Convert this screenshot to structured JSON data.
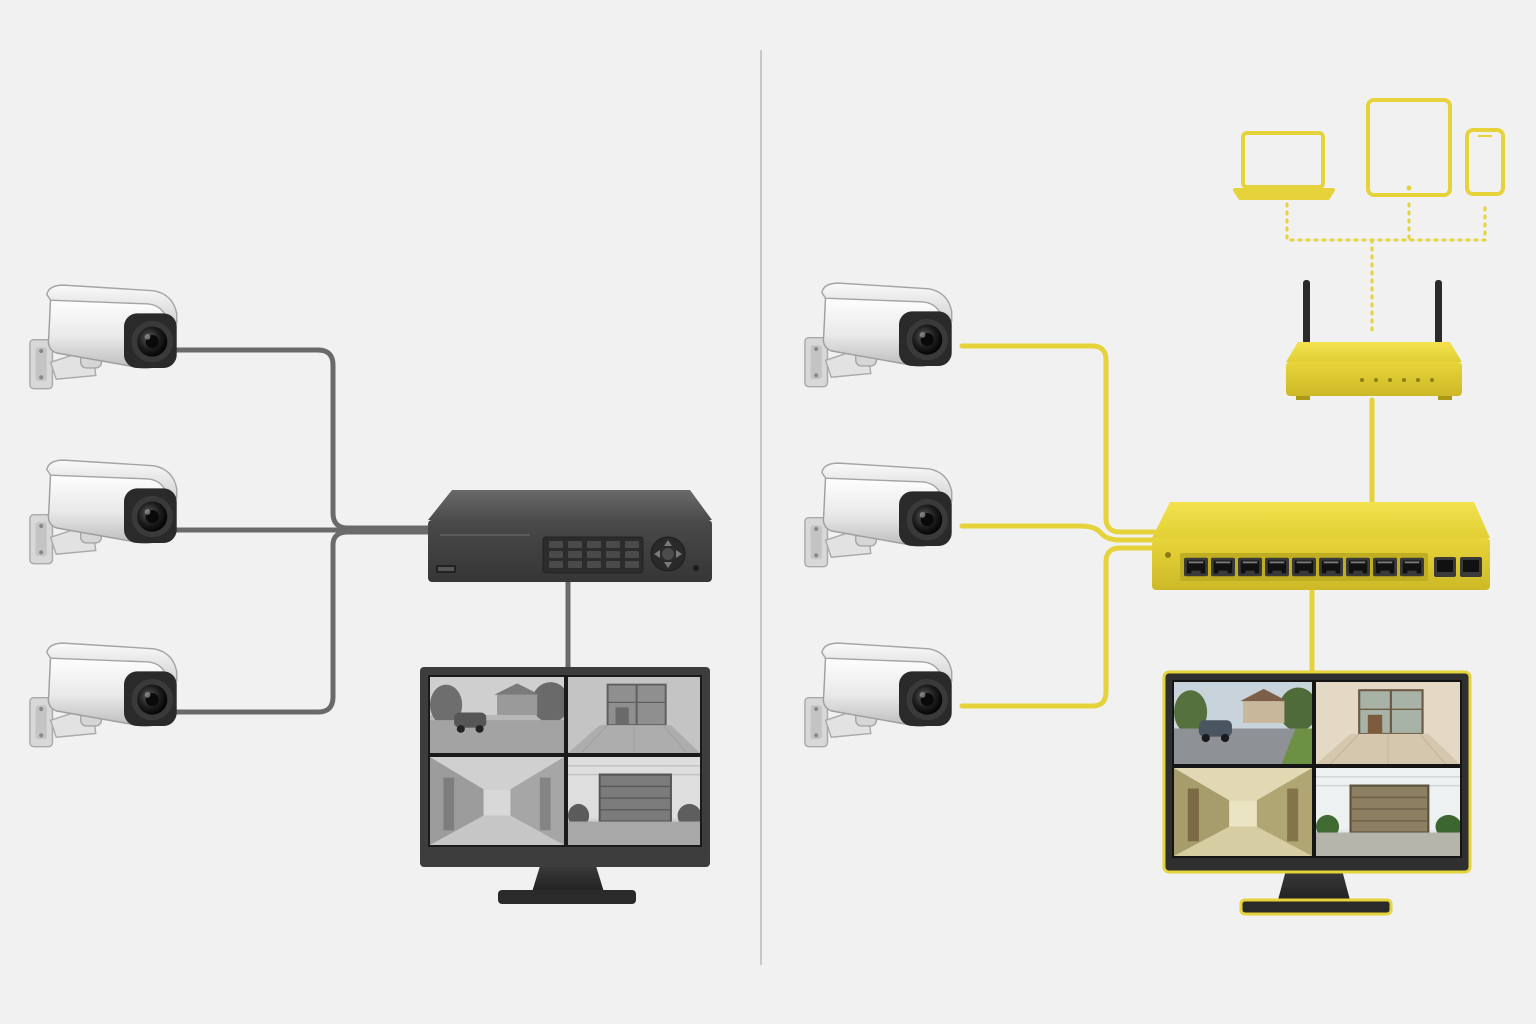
{
  "colors": {
    "background": "#f1f1f1",
    "analog_cable": "#6a6a6a",
    "analog_device": "#474747",
    "ip_accent": "#e6d23a",
    "ip_accent_dark": "#b8a618",
    "divider": "#c8c8c8"
  },
  "left_panel": {
    "cameras": [
      {
        "name": "analog-camera-1"
      },
      {
        "name": "analog-camera-2"
      },
      {
        "name": "analog-camera-3"
      }
    ],
    "recorder_icon": "dvr-recorder-icon",
    "monitor_icon": "monitor-icon",
    "feeds": [
      "driveway",
      "lobby",
      "hallway",
      "garage"
    ],
    "style": "grayscale"
  },
  "right_panel": {
    "cameras": [
      {
        "name": "ip-camera-1"
      },
      {
        "name": "ip-camera-2"
      },
      {
        "name": "ip-camera-3"
      }
    ],
    "switch_icon": "poe-switch-icon",
    "router_icon": "wifi-router-icon",
    "remote_devices": [
      "laptop-icon",
      "tablet-icon",
      "smartphone-icon"
    ],
    "monitor_icon": "monitor-icon",
    "feeds": [
      "driveway",
      "lobby",
      "hallway",
      "garage"
    ],
    "style": "color"
  }
}
